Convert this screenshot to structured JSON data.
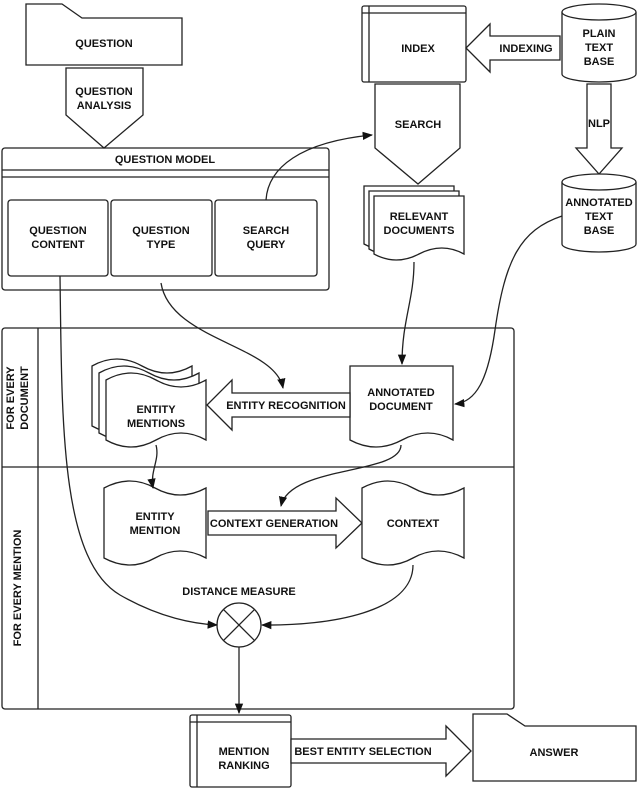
{
  "colors": {
    "stroke": "#222222",
    "fill": "#ffffff",
    "text": "#111111"
  },
  "nodes": {
    "question": "QUESTION",
    "question_analysis": [
      "QUESTION",
      "ANALYSIS"
    ],
    "question_model": "QUESTION MODEL",
    "question_content": [
      "QUESTION",
      "CONTENT"
    ],
    "question_type": [
      "QUESTION",
      "TYPE"
    ],
    "search_query": [
      "SEARCH",
      "QUERY"
    ],
    "index": "INDEX",
    "indexing": "INDEXING",
    "plain_text_base": [
      "PLAIN",
      "TEXT",
      "BASE"
    ],
    "search": "SEARCH",
    "nlp": "NLP",
    "relevant_documents": [
      "RELEVANT",
      "DOCUMENTS"
    ],
    "annotated_text_base": [
      "ANNOTATED",
      "TEXT",
      "BASE"
    ],
    "for_every_document": [
      "FOR EVERY",
      "DOCUMENT"
    ],
    "entity_mentions": [
      "ENTITY",
      "MENTIONS"
    ],
    "entity_recognition": "ENTITY RECOGNITION",
    "annotated_document": [
      "ANNOTATED",
      "DOCUMENT"
    ],
    "for_every_mention": "FOR EVERY MENTION",
    "entity_mention": [
      "ENTITY",
      "MENTION"
    ],
    "context_generation": "CONTEXT GENERATION",
    "context": "CONTEXT",
    "distance_measure": "DISTANCE MEASURE",
    "mention_ranking": [
      "MENTION",
      "RANKING"
    ],
    "best_entity_selection": "BEST ENTITY SELECTION",
    "answer": "ANSWER"
  }
}
